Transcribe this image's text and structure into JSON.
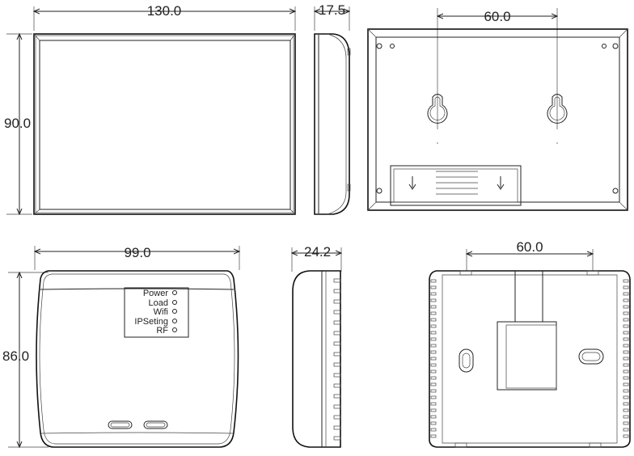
{
  "views": {
    "top_front": {
      "width": "130.0",
      "height": "90.0"
    },
    "top_side": {
      "depth": "17.5"
    },
    "top_back": {
      "hole_spacing": "60.0"
    },
    "bottom_front": {
      "width": "99.0",
      "height": "86.0",
      "indicators": [
        "Power",
        "Load",
        "Wifi",
        "IPSeting",
        "RF"
      ]
    },
    "bottom_side": {
      "depth": "24.2"
    },
    "bottom_back": {
      "hole_spacing": "60.0"
    }
  },
  "colors": {
    "line": "#222222",
    "background": "#ffffff"
  }
}
